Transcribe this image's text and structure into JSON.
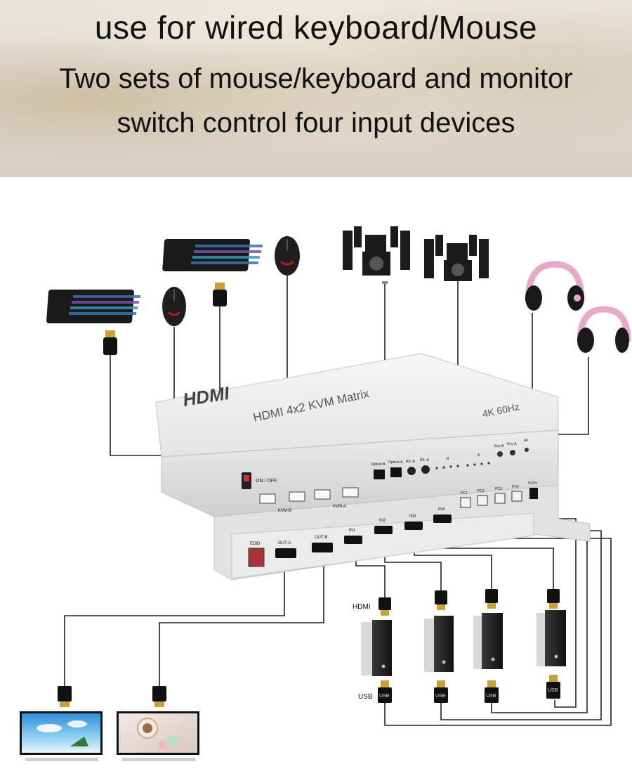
{
  "header": {
    "line1": "use for wired keyboard/Mouse",
    "line2": "Two sets of mouse/keyboard and monitor",
    "line3": "switch control four input devices"
  },
  "device": {
    "logo": "HDMI",
    "model": "HDMI 4x2 KVM Matrix",
    "resolution": "4K 60Hz",
    "front_ports": {
      "power_switch": "ON / OFF",
      "kvm_b": "KVM-B",
      "kvm_a": "KVM-A",
      "optical_b": "Optical-B",
      "optical_a": "Optical-A",
      "audio_b": "R/L-B",
      "audio_a": "R/L-A",
      "group_b": "B",
      "group_a": "A",
      "key_b": "Key-B",
      "key_a": "Key-A",
      "all": "All"
    },
    "rear_ports": {
      "edid": "EDID",
      "out_a": "OUT-A",
      "out_b": "OUT-B",
      "in1": "IN1",
      "in2": "IN2",
      "in3": "IN3",
      "in4": "IN4",
      "pc1": "PC1",
      "pc2": "PC2",
      "pc3": "PC3",
      "pc4": "PC4",
      "dc": "DC5V"
    }
  },
  "labels": {
    "hdmi": "HDMI",
    "usb": "USB",
    "usb_plug": "USB"
  },
  "icons": [
    "keyboard-icon",
    "mouse-icon",
    "speaker-system-icon",
    "headphones-icon",
    "monitor-icon",
    "pc-tower-icon",
    "hdmi-plug-icon",
    "usb-plug-icon"
  ]
}
